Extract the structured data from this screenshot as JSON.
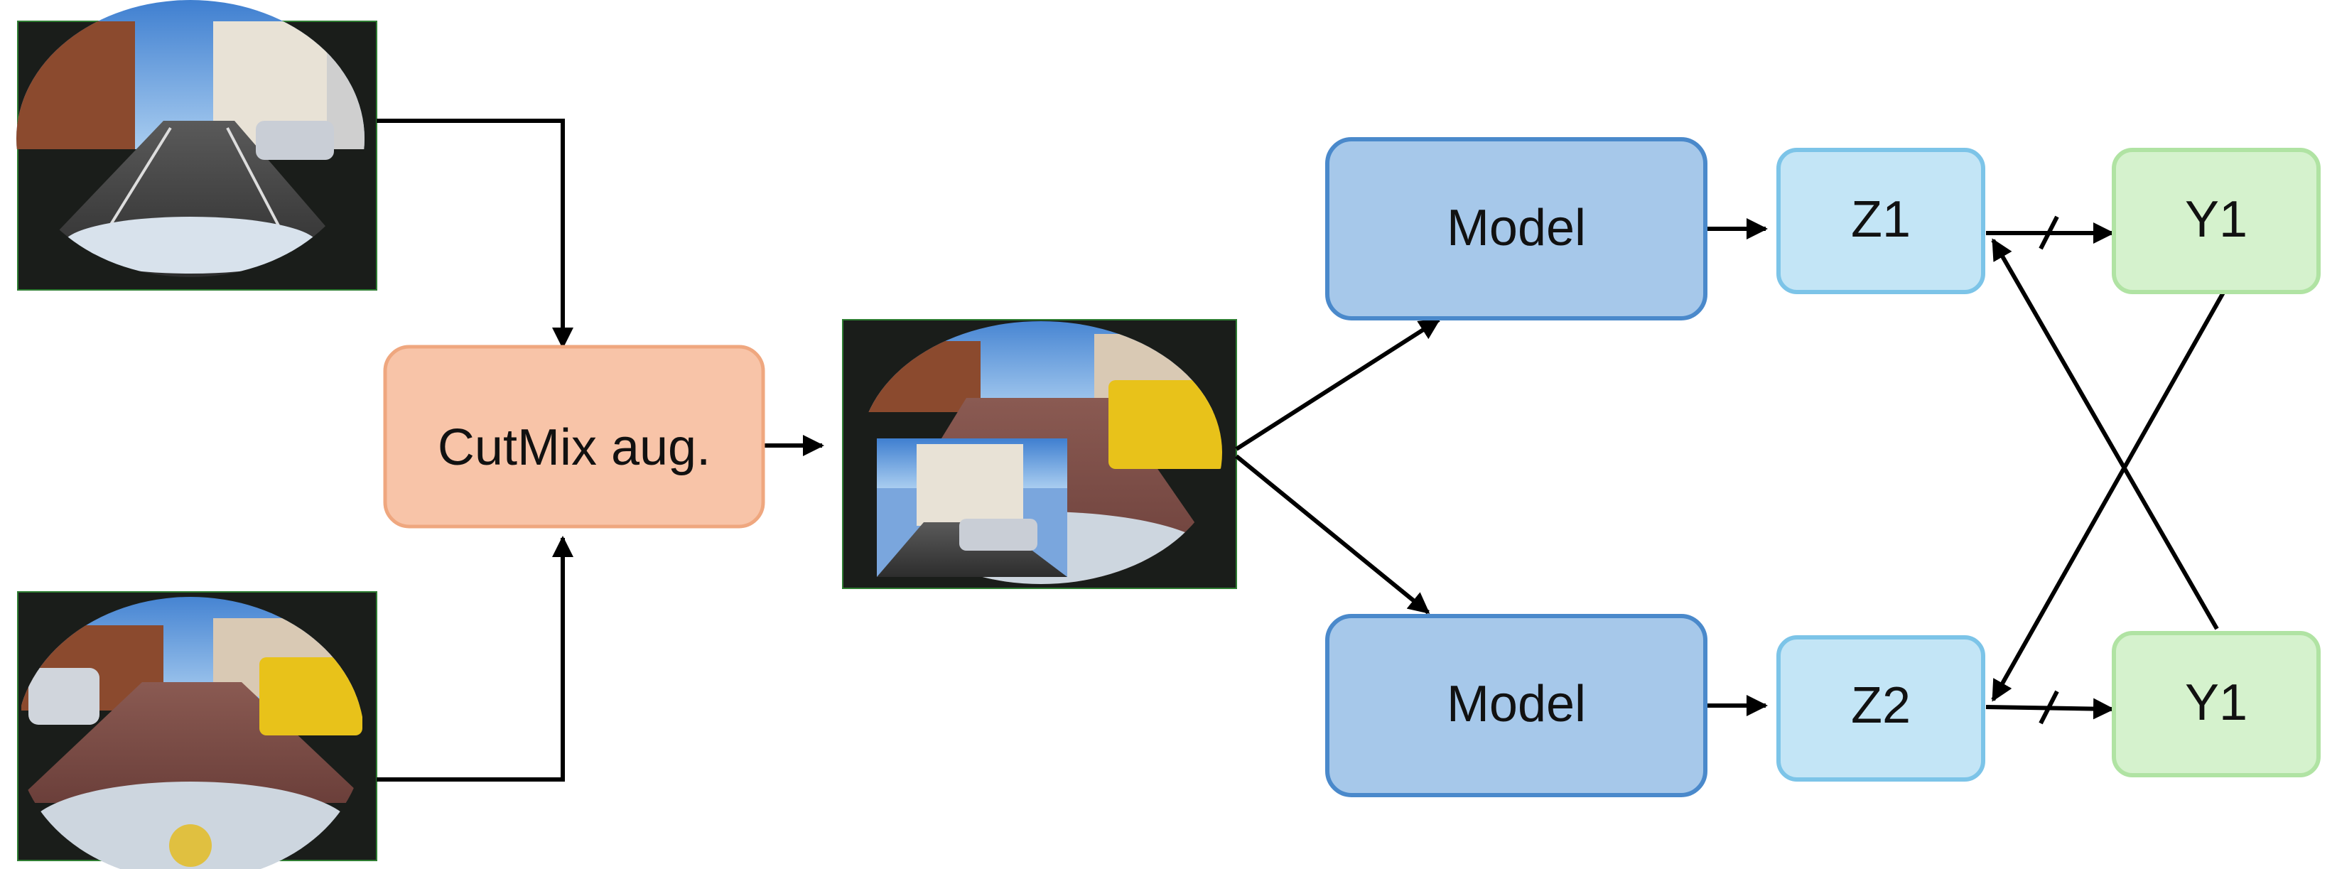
{
  "nodes": {
    "cutmix": {
      "label": "CutMix aug.",
      "fill": "#f8c4a8",
      "stroke": "#efa77f"
    },
    "model_top": {
      "label": "Model",
      "fill": "#a6c8ea",
      "stroke": "#4a89cb"
    },
    "model_bottom": {
      "label": "Model",
      "fill": "#a6c8ea",
      "stroke": "#4a89cb"
    },
    "z1": {
      "label": "Z1",
      "fill": "#c3e5f6",
      "stroke": "#7cc4e8"
    },
    "z2": {
      "label": "Z2",
      "fill": "#c3e5f6",
      "stroke": "#7cc4e8"
    },
    "y_top": {
      "label": "Y1",
      "fill": "#d5f2cd",
      "stroke": "#b0e3a3"
    },
    "y_bottom": {
      "label": "Y1",
      "fill": "#d5f2cd",
      "stroke": "#b0e3a3"
    }
  },
  "images": {
    "input_top": "fisheye street view with tram tracks and parked cars",
    "input_bottom": "fisheye street view with yellow delivery van",
    "mixed": "CutMix result: yellow van scene with pasted street patch"
  },
  "colors": {
    "arrow": "#000000",
    "image_border": "#2e7d32"
  }
}
